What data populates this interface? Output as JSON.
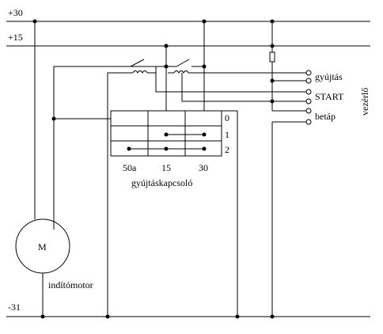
{
  "rails": {
    "plus30": "+30",
    "plus15": "+15",
    "minus31": "-31"
  },
  "motor": {
    "symbol": "M",
    "label": "indítómotor"
  },
  "switch": {
    "title": "gyújtáskapcsoló",
    "positions": [
      "0",
      "1",
      "2"
    ],
    "terminals": [
      "50a",
      "15",
      "30"
    ]
  },
  "controller": {
    "label": "vezérlő",
    "inputs": [
      "gyújtás",
      "START",
      "betáp"
    ]
  }
}
